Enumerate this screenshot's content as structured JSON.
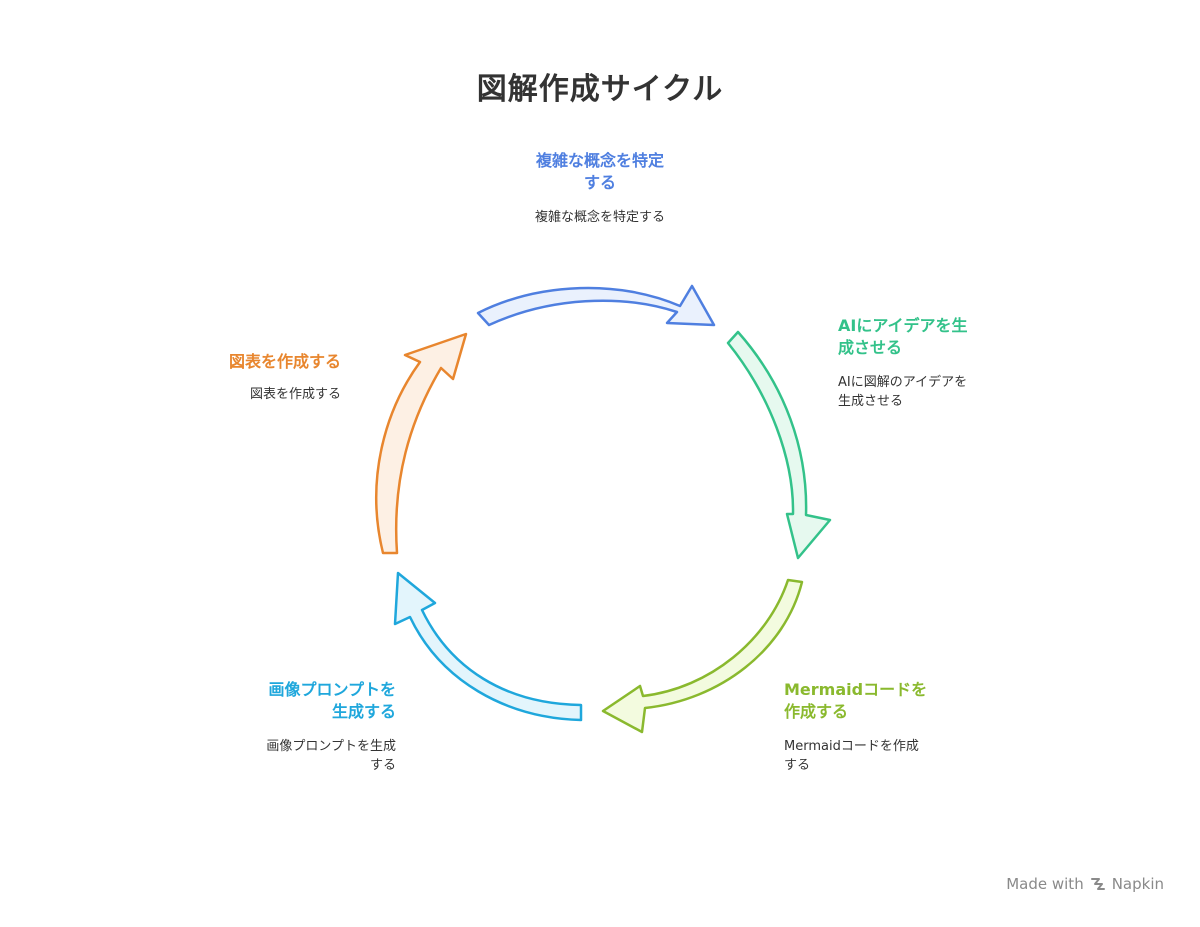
{
  "title": "図解作成サイクル",
  "steps": [
    {
      "heading_lines": [
        "複雑な概念を特定",
        "する"
      ],
      "desc_lines": [
        "複雑な概念を特定する"
      ],
      "color": "#4f7fe0",
      "fill": "#eaf1fd"
    },
    {
      "heading_lines": [
        "AIにアイデアを生",
        "成させる"
      ],
      "desc_lines": [
        "AIに図解のアイデアを",
        "生成させる"
      ],
      "color": "#33c28a",
      "fill": "#e6f9ef"
    },
    {
      "heading_lines": [
        "Mermaidコードを",
        "作成する"
      ],
      "desc_lines": [
        "Mermaidコードを作成",
        "する"
      ],
      "color": "#8ab92e",
      "fill": "#f3fbdf"
    },
    {
      "heading_lines": [
        "画像プロンプトを",
        "生成する"
      ],
      "desc_lines": [
        "画像プロンプトを生成",
        "する"
      ],
      "color": "#1fa7dc",
      "fill": "#e3f5fc"
    },
    {
      "heading_lines": [
        "図表を作成する"
      ],
      "desc_lines": [
        "図表を作成する"
      ],
      "color": "#e8862e",
      "fill": "#fdf0e4"
    }
  ],
  "footer": {
    "made_with": "Made with",
    "brand": "Napkin"
  }
}
